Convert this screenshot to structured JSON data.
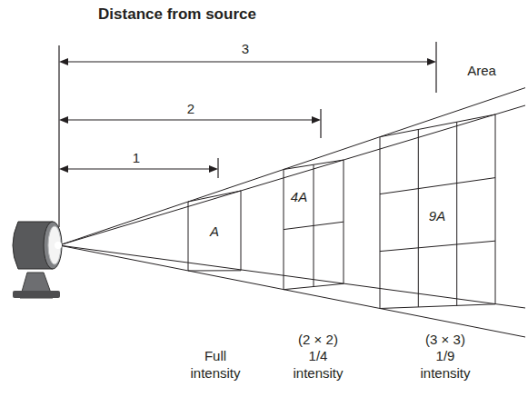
{
  "diagram": {
    "title": "Distance from source",
    "labels": [
      "3",
      "2",
      "1",
      "Area",
      "A",
      "4A",
      "9A",
      "Full intensity",
      "(2 × 2)",
      "1/4 intensity",
      "(3 × 3)",
      "1/9 intensity"
    ]
  }
}
